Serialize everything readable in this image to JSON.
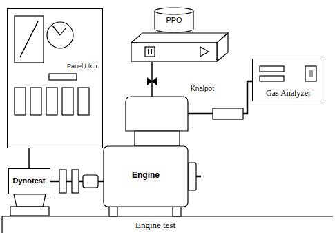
{
  "diagram": {
    "nodes": [
      {
        "text": [
          "Panel Ukur"
        ]
      },
      {
        "text": [
          "Dynotest"
        ]
      },
      {
        "text": [
          "Engine"
        ]
      },
      {
        "text": [
          "PPO"
        ]
      },
      {
        "text": [
          "Gas Analyzer"
        ]
      }
    ],
    "edges": [
      {
        "from": 0,
        "to": 1,
        "arrow": "none"
      },
      {
        "from": 1,
        "to": 2,
        "arrow": "none"
      },
      {
        "from": 3,
        "to": 2,
        "arrow": "none"
      },
      {
        "from": 2,
        "to": 4,
        "arrow": "none"
      }
    ],
    "labels": [
      "Knalpot",
      "Engine test"
    ]
  }
}
